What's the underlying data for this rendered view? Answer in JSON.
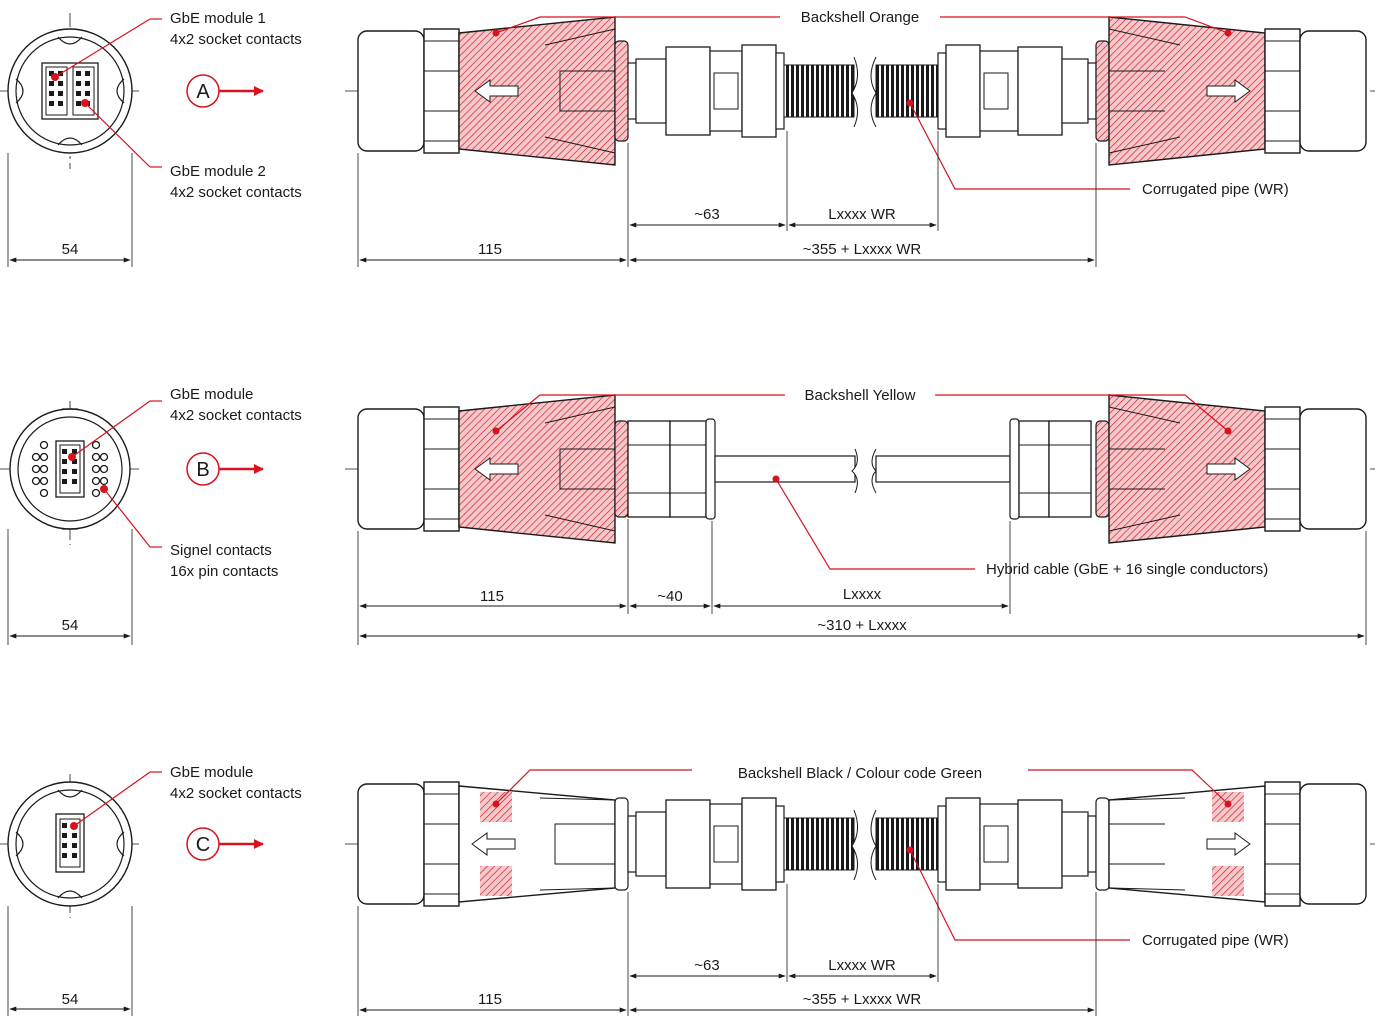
{
  "colors": {
    "accent": "#d8121e",
    "line": "#1a1a1a",
    "hatch_fill": "#f3c9cc"
  },
  "rows": [
    {
      "id": "A",
      "badge": "A",
      "end_view": {
        "callout_top_line1": "GbE module 1",
        "callout_top_line2": "4x2 socket contacts",
        "callout_bottom_line1": "GbE module 2",
        "callout_bottom_line2": "4x2 socket contacts",
        "width_dim": "54"
      },
      "backshell_label": "Backshell Orange",
      "cable_label": "Corrugated pipe (WR)",
      "dims": {
        "connector": "115",
        "seg1": "~63",
        "seg2": "Lxxxx WR",
        "total": "~355 + Lxxxx WR"
      }
    },
    {
      "id": "B",
      "badge": "B",
      "end_view": {
        "callout_top_line1": "GbE module",
        "callout_top_line2": "4x2 socket contacts",
        "callout_bottom_line1": "Signel contacts",
        "callout_bottom_line2": "16x pin contacts",
        "width_dim": "54"
      },
      "backshell_label": "Backshell Yellow",
      "cable_label": "Hybrid cable (GbE + 16 single conductors)",
      "dims": {
        "connector": "115",
        "seg1": "~40",
        "seg2": "Lxxxx",
        "total": "~310 + Lxxxx"
      }
    },
    {
      "id": "C",
      "badge": "C",
      "end_view": {
        "callout_top_line1": "GbE module",
        "callout_top_line2": "4x2 socket contacts",
        "width_dim": "54"
      },
      "backshell_label": "Backshell Black / Colour code Green",
      "cable_label": "Corrugated pipe (WR)",
      "dims": {
        "connector": "115",
        "seg1": "~63",
        "seg2": "Lxxxx WR",
        "total": "~355 + Lxxxx WR"
      }
    }
  ]
}
